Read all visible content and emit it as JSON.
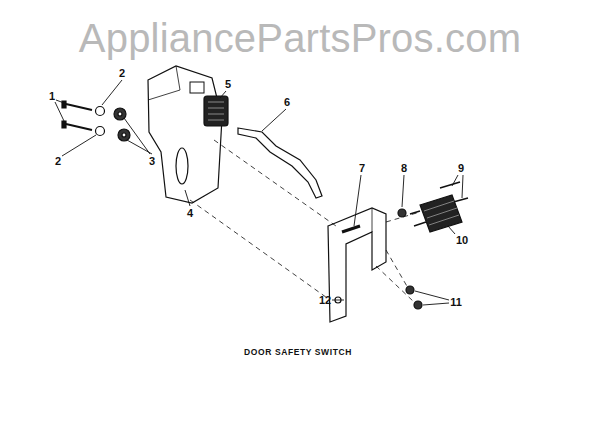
{
  "diagram": {
    "caption": "DOOR SAFETY SWITCH",
    "labels": [
      "AppliancePartsPros.com",
      "1",
      "2",
      "2",
      "3",
      "4",
      "5",
      "6",
      "7",
      "8",
      "9",
      "10",
      "11",
      "12"
    ]
  }
}
